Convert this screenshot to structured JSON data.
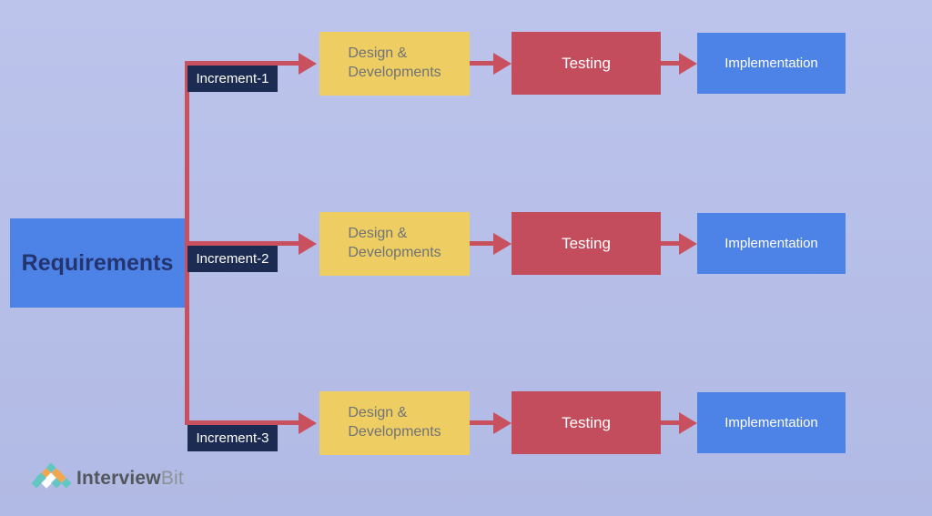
{
  "colors": {
    "bg_top": "#bcc4ec",
    "bg_bottom": "#b1bae4",
    "box_blue": "#4d82e6",
    "box_yellow": "#eecd62",
    "box_red": "#c44d5d",
    "box_navy": "#1b2b52",
    "connector_red": "#c8505f",
    "requirements_text": "#24346f",
    "design_text": "#6f7377",
    "white": "#ffffff",
    "logo_teal": "#63c6c2",
    "logo_orange": "#f0a84e",
    "logo_white": "#ffffff",
    "logo_text_dark": "#54585c",
    "logo_text_light": "#8d9296"
  },
  "requirements": {
    "label": "Requirements"
  },
  "rows": [
    {
      "increment": "Increment-1",
      "design_line1": "Design &",
      "design_line2": "Developments",
      "testing": "Testing",
      "implementation": "Implementation"
    },
    {
      "increment": "Increment-2",
      "design_line1": "Design &",
      "design_line2": "Developments",
      "testing": "Testing",
      "implementation": "Implementation"
    },
    {
      "increment": "Increment-3",
      "design_line1": "Design &",
      "design_line2": "Developments",
      "testing": "Testing",
      "implementation": "Implementation"
    }
  ],
  "logo": {
    "brand_bold": "Interview",
    "brand_light": "Bit",
    "diamonds": [
      {
        "c": 0,
        "r": 0,
        "color": "teal"
      },
      {
        "c": -1,
        "r": 1,
        "color": "orange"
      },
      {
        "c": 1,
        "r": 1,
        "color": "orange"
      },
      {
        "c": -2,
        "r": 2,
        "color": "teal"
      },
      {
        "c": 0,
        "r": 2,
        "color": "white"
      },
      {
        "c": 2,
        "r": 2,
        "color": "orange"
      },
      {
        "c": -3,
        "r": 3,
        "color": "teal"
      },
      {
        "c": -1,
        "r": 3,
        "color": "white"
      },
      {
        "c": 1,
        "r": 3,
        "color": "teal"
      },
      {
        "c": 3,
        "r": 3,
        "color": "teal"
      }
    ]
  }
}
